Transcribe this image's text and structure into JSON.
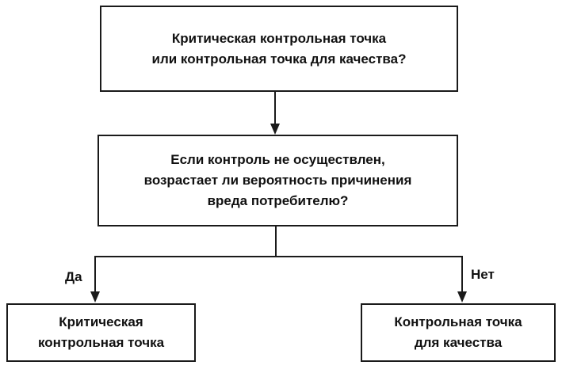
{
  "flowchart": {
    "question_top": {
      "line1": "Критическая контрольная точка",
      "line2": "или контрольная точка для качества?"
    },
    "question_mid": {
      "line1": "Если контроль не осуществлен,",
      "line2": "возрастает ли вероятность причинения",
      "line3": "вреда потребителю?"
    },
    "branch_yes_label": "Да",
    "branch_no_label": "Нет",
    "result_left": {
      "line1": "Критическая",
      "line2": "контрольная точка"
    },
    "result_right": {
      "line1": "Контрольная точка",
      "line2": "для качества"
    },
    "colors": {
      "line": "#1a1a1a",
      "text": "#111111",
      "background": "#ffffff"
    }
  }
}
